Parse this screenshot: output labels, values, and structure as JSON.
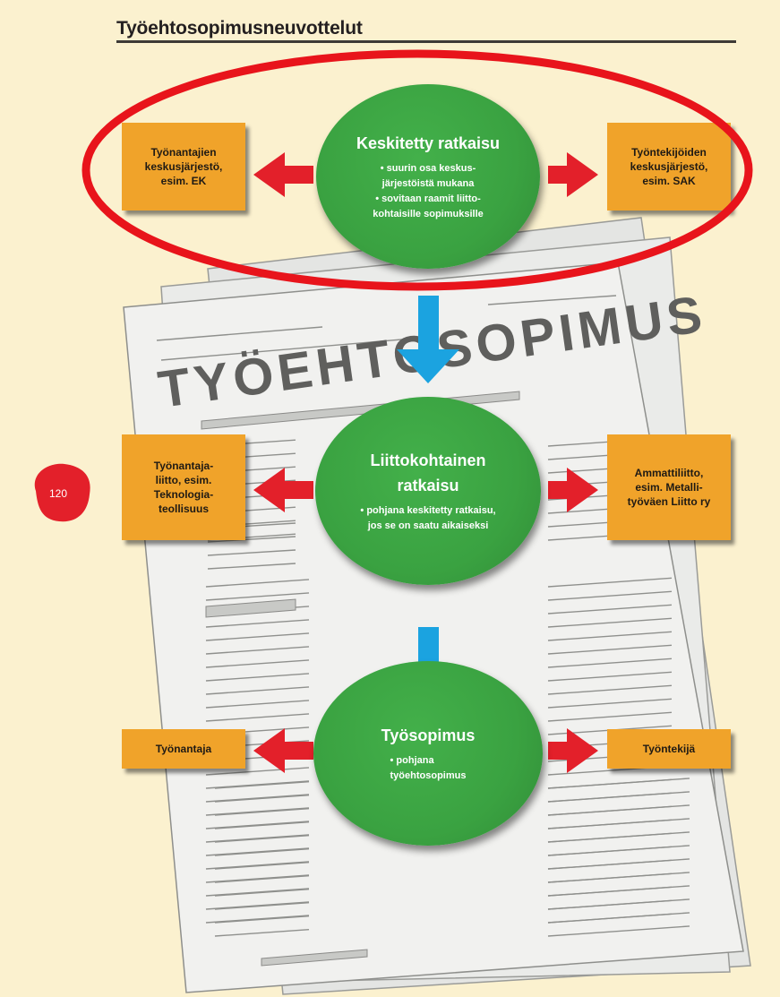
{
  "title": "Työehtosopimusneuvottelut",
  "document_stamp": "TYÖEHTOSOPIMUS",
  "page_number": "120",
  "levels": [
    {
      "circle_title": "Keskitetty ratkaisu",
      "bullets": [
        "• suurin osa keskus-\njärjestöistä mukana",
        "• sovitaan raamit liitto-\nkohtaisille sopimuksille"
      ],
      "left_box": "Työnantajien\nkeskusjärjestö,\nesim. EK",
      "right_box": "Työntekijöiden\nkeskusjärjestö,\nesim. SAK"
    },
    {
      "circle_title": "Liittokohtainen\nratkaisu",
      "bullets": [
        "• pohjana keskitetty ratkaisu,\njos se on saatu aikaiseksi"
      ],
      "left_box": "Työnantaja-\nliitto, esim.\nTeknologia-\nteollisuus",
      "right_box": "Ammattiliitto,\nesim. Metalli-\ntyöväen Liitto ry"
    },
    {
      "circle_title": "Työsopimus",
      "bullets": [
        "• pohjana\ntyöehtosopimus"
      ],
      "left_box": "Työnantaja",
      "right_box": "Työntekijä"
    }
  ],
  "colors": {
    "background": "#fbf1cf",
    "circle": "#3aa241",
    "box": "#f0a32a",
    "red_arrow": "#e3202a",
    "blue_arrow": "#1ba3e0",
    "highlight_ellipse": "#e8141b"
  }
}
